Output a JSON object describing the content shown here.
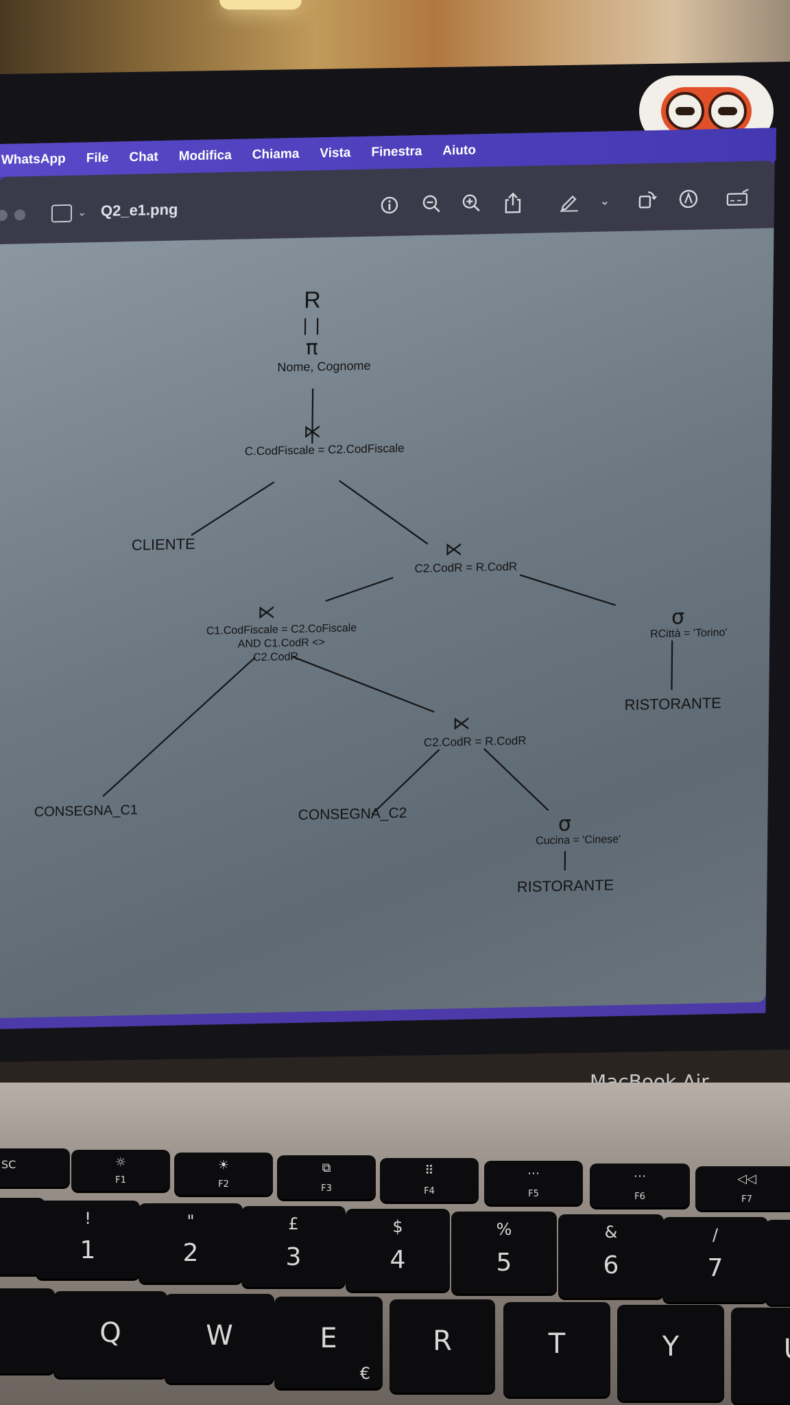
{
  "menubar": {
    "items": [
      "WhatsApp",
      "File",
      "Chat",
      "Modifica",
      "Chiama",
      "Vista",
      "Finestra",
      "Aiuto"
    ]
  },
  "window": {
    "filename": "Q2_e1.png",
    "tools": [
      "info-icon",
      "zoom-out-icon",
      "zoom-in-icon",
      "share-icon",
      "pencil-icon",
      "chevron-down-icon",
      "rotate-icon",
      "markup-icon",
      "signature-icon"
    ]
  },
  "diagram": {
    "result": "R",
    "equals": "| |",
    "projection_symbol": "π",
    "projection_attrs": "Nome, Cognome",
    "join_symbol": "⋉",
    "select_symbol": "σ",
    "join1": "C.CodFiscale = C2.CodFiscale",
    "cliente": "CLIENTE",
    "join2": "C2.CodR = R.CodR",
    "join3_line1": "C1.CodFiscale = C2.CoFiscale",
    "join3_line2": "AND C1.CodR <>",
    "join3_line3": "C2.CodR",
    "select1": "RCittà = 'Torino'",
    "ristorante1": "RISTORANTE",
    "join4": "C2.CodR = R.CodR",
    "consegna_c1": "CONSEGNA_C1",
    "consegna_c2": "CONSEGNA_C2",
    "select2": "Cucina = 'Cinese'",
    "ristorante2": "RISTORANTE"
  },
  "laptop": {
    "brand": "MacBook Air"
  },
  "keyboard": {
    "fkeys": [
      {
        "label": "SC",
        "icon": ""
      },
      {
        "label": "F1",
        "icon": "☼"
      },
      {
        "label": "F2",
        "icon": "☀"
      },
      {
        "label": "F3",
        "icon": "⧉"
      },
      {
        "label": "F4",
        "icon": "⠿"
      },
      {
        "label": "F5",
        "icon": "⋯"
      },
      {
        "label": "F6",
        "icon": "⋯"
      },
      {
        "label": "F7",
        "icon": "◁◁"
      }
    ],
    "numkeys": [
      {
        "top": "!",
        "bottom": "1"
      },
      {
        "top": "\"",
        "bottom": "2"
      },
      {
        "top": "£",
        "bottom": "3"
      },
      {
        "top": "$",
        "bottom": "4"
      },
      {
        "top": "%",
        "bottom": "5"
      },
      {
        "top": "&",
        "bottom": "6"
      },
      {
        "top": "/",
        "bottom": "7"
      }
    ],
    "letters": [
      {
        "letter": "Q",
        "sub": ""
      },
      {
        "letter": "W",
        "sub": ""
      },
      {
        "letter": "E",
        "sub": "€"
      },
      {
        "letter": "R",
        "sub": ""
      },
      {
        "letter": "T",
        "sub": ""
      },
      {
        "letter": "Y",
        "sub": ""
      },
      {
        "letter": "U",
        "sub": ""
      }
    ]
  }
}
